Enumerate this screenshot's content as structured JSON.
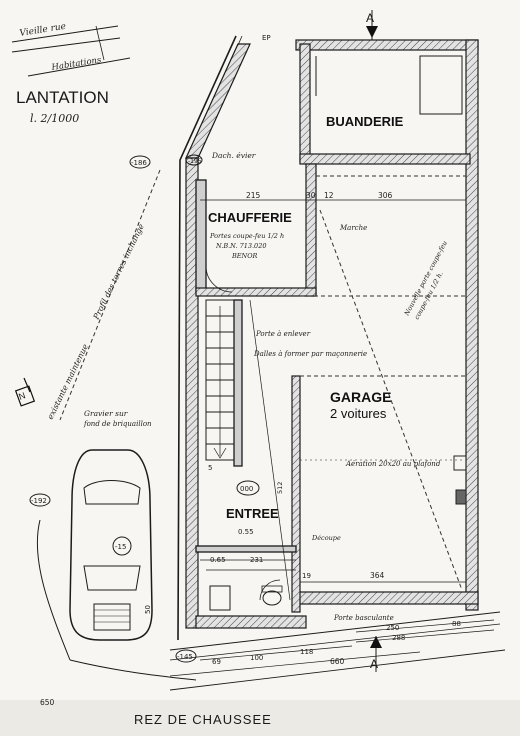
{
  "sheet": {
    "title": "LANTATION",
    "scale": "l. 2/1000",
    "bottom_title": "REZ DE CHAUSSEE",
    "sheet_no": "650"
  },
  "street": {
    "line1": "Vieille rue",
    "line2": "Habitations"
  },
  "markers": {
    "ep": "EP",
    "section_a_top": "A",
    "section_a_bottom": "A",
    "level_186": "-186",
    "level_195": "-195",
    "level_192": "-192",
    "level_15": "-15",
    "level_145": "-145",
    "level_000": "000",
    "north": "N"
  },
  "rooms": {
    "buanderie": "BUANDERIE",
    "chaufferie": "CHAUFFERIE",
    "garage": "GARAGE",
    "garage_sub": "2 voitures",
    "entree": "ENTREE"
  },
  "notes": {
    "dach_avier": "Dach. évier",
    "porte_coupe_feu": "Portes coupe-feu 1/2 h",
    "nbn": "N.B.N. 713.020",
    "benor": "BENOR",
    "marche": "Marche",
    "porte_enlever": "Porte à enlever",
    "dalles": "Dalles à former par maçonnerie",
    "nouvelle_porte_1": "Nouvelle porte coupe-feu",
    "nouvelle_porte_2": "coupe-feu 1/2 h.",
    "aeration": "Aération 20x20 au plafond",
    "gravier_1": "Gravier sur",
    "gravier_2": "fond de briquaillon",
    "terres": "Profil des terres inchangé",
    "existante": "existante maintenue",
    "porte_basculante": "Porte basculante",
    "decoupe": "Découpe"
  },
  "dims": {
    "d215": "215",
    "d30": "30",
    "d12": "12",
    "d306": "306",
    "d55": "0.55",
    "d65": "0.65",
    "d231": "231",
    "d364": "364",
    "d19": "19",
    "d50": "50",
    "d69": "69",
    "d100": "100",
    "d118": "118",
    "d250": "250",
    "d88": "88",
    "d288": "288",
    "d660": "660",
    "d5": "5",
    "d512": "512"
  }
}
